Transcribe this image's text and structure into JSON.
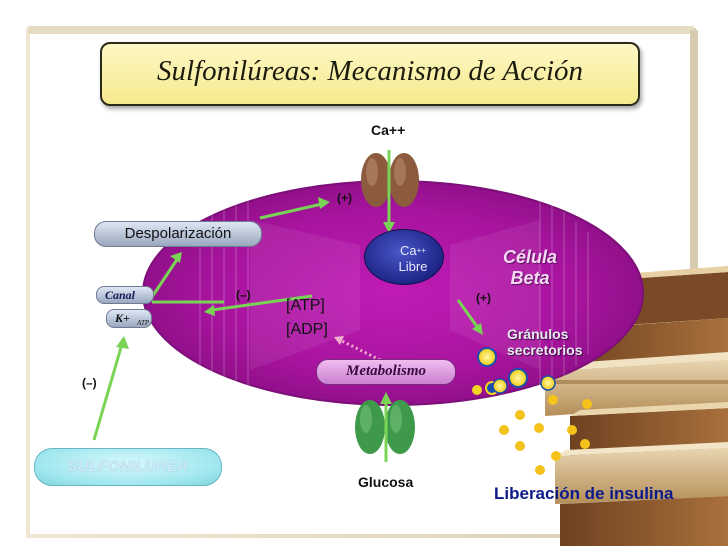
{
  "title": "Sulfonilúreas: Mecanismo de Acción",
  "labels": {
    "ca_top": "Ca++",
    "plus_top": "(+)",
    "despolarizacion": "Despolarización",
    "ca_libre_ion": "Ca",
    "ca_libre_charge": "++",
    "ca_libre_word": "Libre",
    "celula_line1": "Célula",
    "celula_line2": "Beta",
    "canal": "Canal",
    "k_plus": "K+",
    "atp_sub": "ATP",
    "minus_left": "(–)",
    "atp": "[ATP]",
    "adp": "[ADP]",
    "plus_right": "(+)",
    "granulos_line1": "Gránulos",
    "granulos_line2": "secretorios",
    "metabolismo": "Metabolismo",
    "minus_sulfo": "(–)",
    "sulfonilurea": "SULFONILUREA",
    "glucosa": "Glucosa",
    "liberacion": "Liberación de insulina"
  },
  "colors": {
    "cell_fill": "#a8149e",
    "cell_outline": "#7c0f78",
    "arrow": "#79d455",
    "channel_ca": "#8c5a3c",
    "channel_glucose": "#3e9a4a",
    "granule_yellow": "#f4d423",
    "granule_blue": "#1c4fb0"
  }
}
